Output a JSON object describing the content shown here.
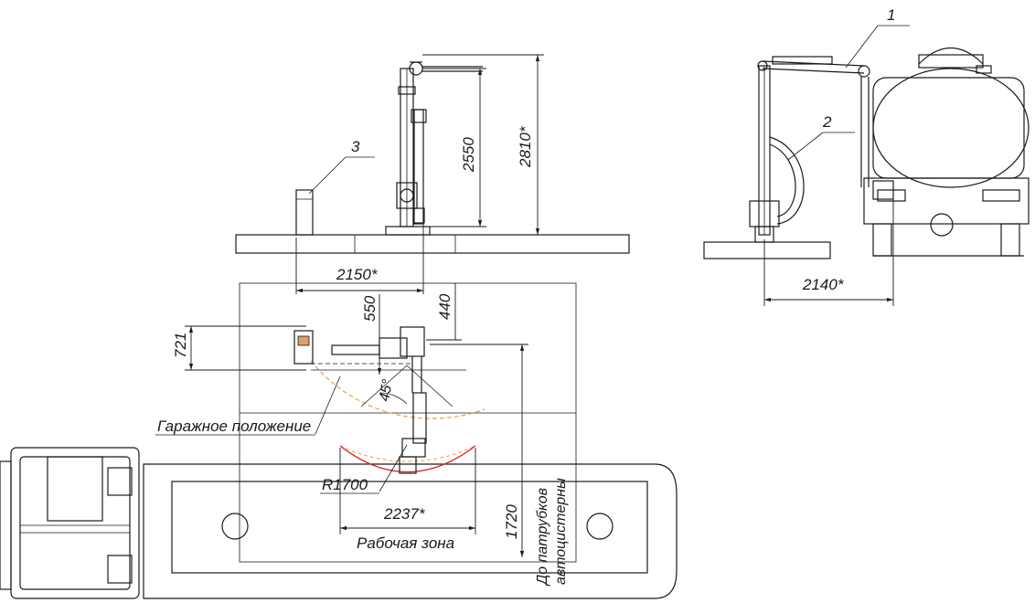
{
  "callouts": {
    "c1": "1",
    "c2": "2",
    "c3": "3"
  },
  "dimensions": {
    "d2550": "2550",
    "d2810": "2810*",
    "d2150": "2150*",
    "d2140": "2140*",
    "d550": "550",
    "d440": "440",
    "d721": "721",
    "d45": "45°",
    "r1700": "R1700",
    "d2237": "2237*",
    "d1720": "1720"
  },
  "labels": {
    "garage": "Гаражное положение",
    "work_zone": "Рабочая зона",
    "nozzles_line1": "До патрубков",
    "nozzles_line2": "автоцистерны"
  },
  "colors": {
    "line": "#1a1a1a",
    "garage_arc": "#e8a040",
    "work_arc": "#e02020",
    "component_fill": "#d9a070"
  }
}
